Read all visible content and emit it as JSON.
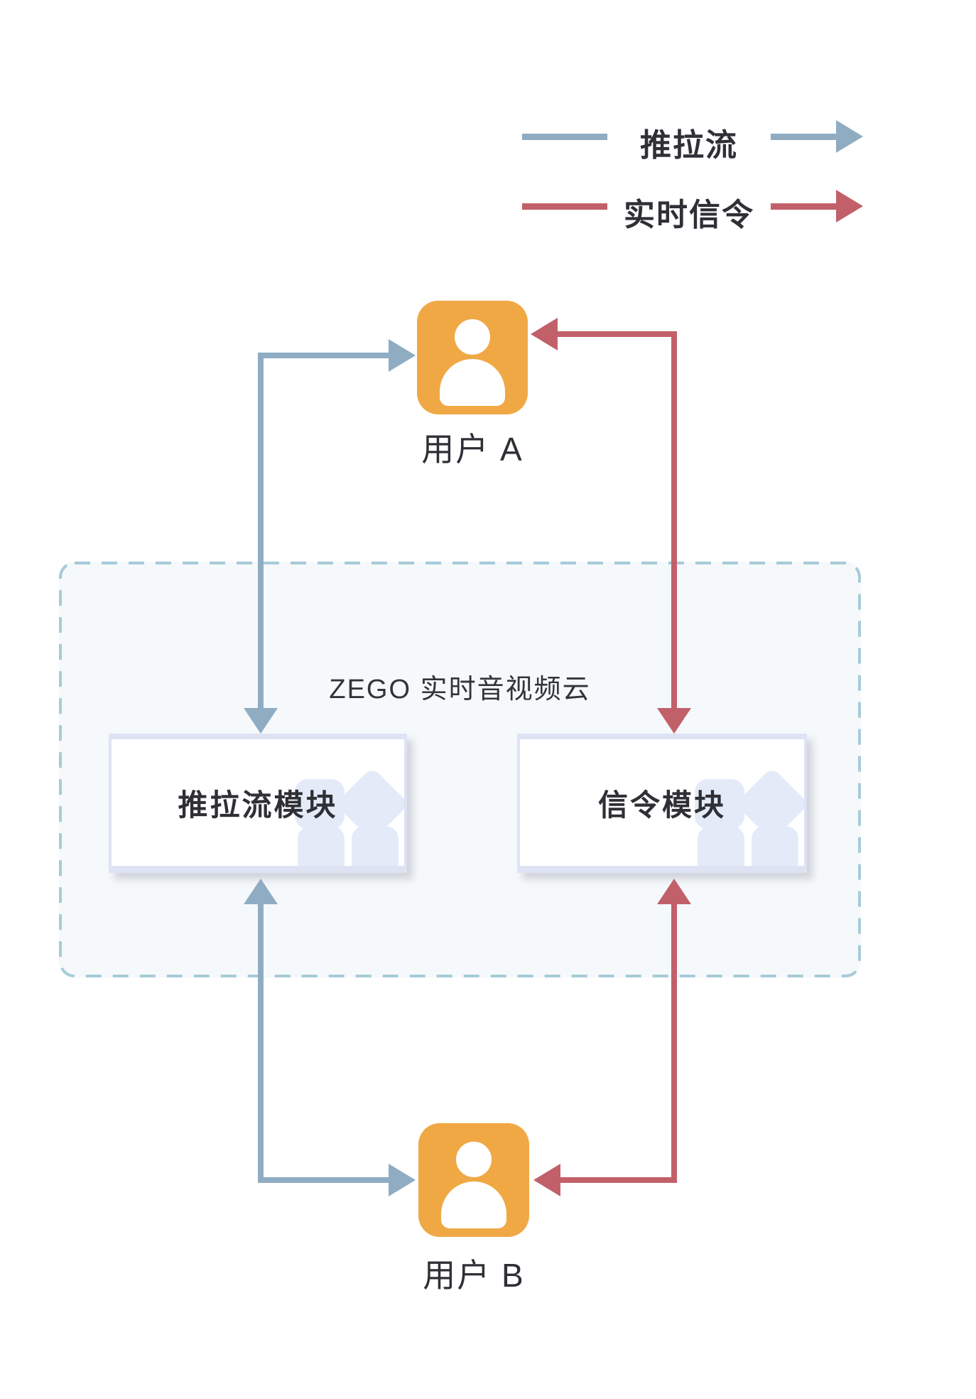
{
  "diagram": {
    "legend": [
      {
        "id": "stream",
        "label": "推拉流",
        "color": "#8FACC2"
      },
      {
        "id": "signal",
        "label": "实时信令",
        "color": "#C2606A"
      }
    ],
    "cloud": {
      "title": "ZEGO 实时音视频云"
    },
    "modules": [
      {
        "id": "stream-module",
        "label": "推拉流模块"
      },
      {
        "id": "signal-module",
        "label": "信令模块"
      }
    ],
    "users": [
      {
        "id": "user-a",
        "label": "用户 A"
      },
      {
        "id": "user-b",
        "label": "用户 B"
      }
    ],
    "colors": {
      "stream_arrow": "#8FACC2",
      "signal_arrow": "#C2606A",
      "user_icon": "#F0A845",
      "cloud_fill": "#F5F9FB",
      "cloud_border": "#A7CBD9",
      "module_border": "#DEE3F4",
      "module_decor": "#E4EBF8",
      "text": "#2F2F36"
    }
  }
}
